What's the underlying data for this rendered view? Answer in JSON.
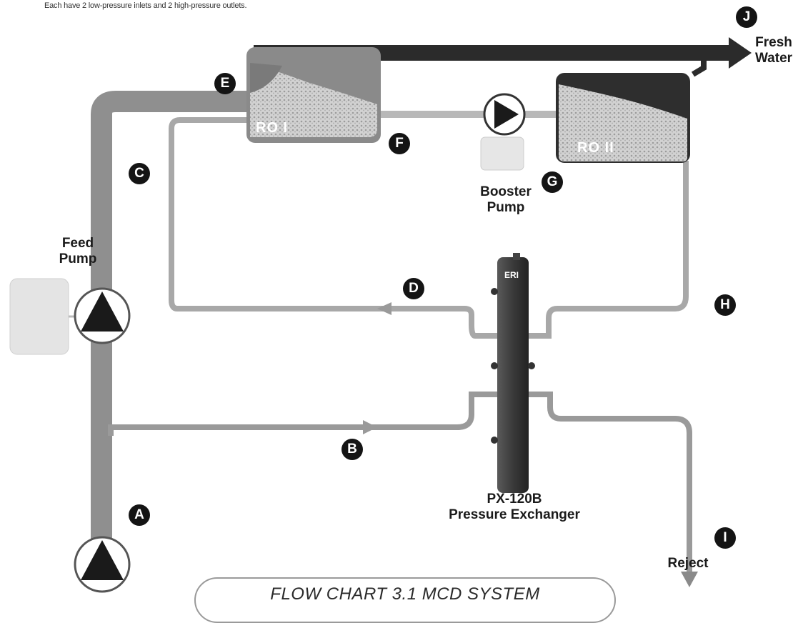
{
  "caption": "Each have 2 low-pressure inlets and 2 high-pressure outlets.",
  "labels": {
    "fresh_water": "Fresh\nWater",
    "feed_pump": "Feed\nPump",
    "booster_pump": "Booster\nPump",
    "px": "PX-120B\nPressure Exchanger",
    "reject": "Reject",
    "ro1": "RO I",
    "ro2": "RO II",
    "px_logo": "ERI"
  },
  "markers": [
    "A",
    "B",
    "C",
    "D",
    "E",
    "F",
    "G",
    "H",
    "I",
    "J"
  ],
  "flow_chart_title": "FLOW CHART 3.1 MCD SYSTEM",
  "colors": {
    "pipe_dark": "#2b2b2b",
    "pipe_gray": "#8f8f8f",
    "pipe_light": "#b8b8b8",
    "tank": "#8a8a8a",
    "pump_box": "#e4e4e4"
  }
}
